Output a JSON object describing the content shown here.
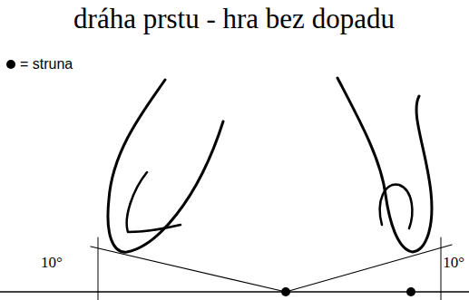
{
  "diagram": {
    "title": "dráha prstu - hra bez dopadu",
    "labels": [
      "10°",
      "10°"
    ],
    "legend": [
      {
        "text": "= struna"
      }
    ]
  }
}
